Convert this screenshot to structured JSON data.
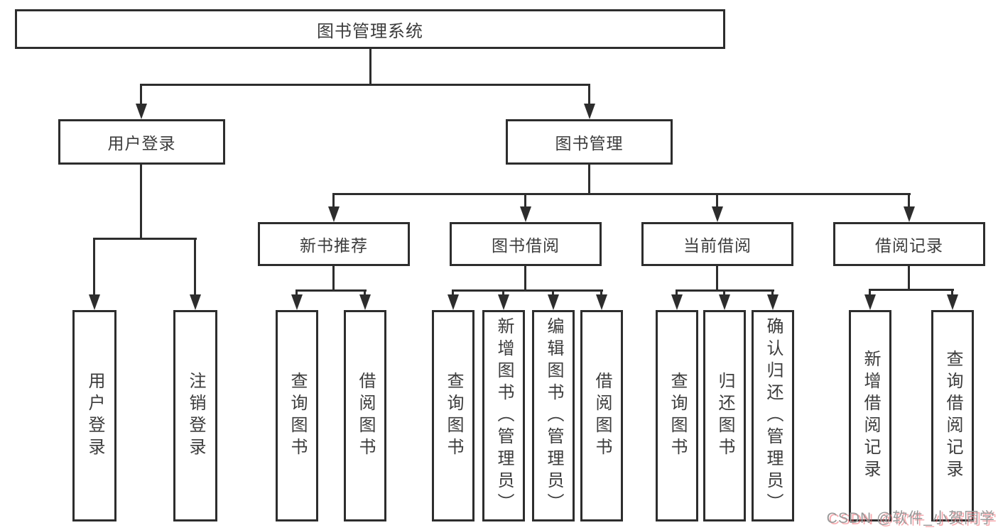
{
  "diagram": {
    "title_hint": "functional structure tree",
    "root": {
      "label": "图书管理系统"
    },
    "branches": [
      {
        "label": "用户登录",
        "children": [
          {
            "label": "用户登录"
          },
          {
            "label": "注销登录"
          }
        ]
      },
      {
        "label": "图书管理",
        "children": [
          {
            "label": "新书推荐",
            "children": [
              {
                "label": "查询图书"
              },
              {
                "label": "借阅图书"
              }
            ]
          },
          {
            "label": "图书借阅",
            "children": [
              {
                "label": "查询图书"
              },
              {
                "label": "新增图书（管理员）"
              },
              {
                "label": "编辑图书（管理员）"
              },
              {
                "label": "借阅图书"
              }
            ]
          },
          {
            "label": "当前借阅",
            "children": [
              {
                "label": "查询图书"
              },
              {
                "label": "归还图书"
              },
              {
                "label": "确认归还（管理员）"
              }
            ]
          },
          {
            "label": "借阅记录",
            "children": [
              {
                "label": "新增借阅记录"
              },
              {
                "label": "查询借阅记录"
              }
            ]
          }
        ]
      }
    ]
  },
  "watermark": {
    "text": "CSDN @软件_小贺同学"
  },
  "colors": {
    "background": "#ffffff",
    "box_border": "#2d2d2d",
    "connector_line": "#2d2d2d",
    "text": "#3c3c3c",
    "watermark_gray": "#999999",
    "watermark_red_shadow": "#f0646e"
  }
}
